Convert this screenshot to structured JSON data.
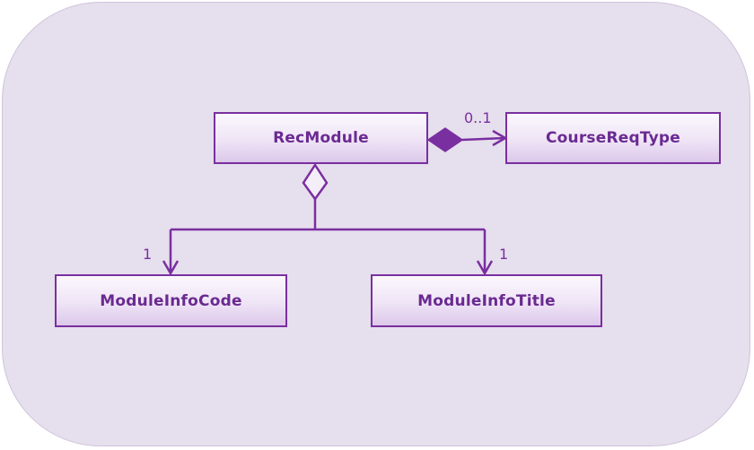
{
  "diagram": {
    "classes": {
      "rec_module": "RecModule",
      "course_req_type": "CourseReqType",
      "module_info_code": "ModuleInfoCode",
      "module_info_title": "ModuleInfoTitle"
    },
    "relationships": [
      {
        "type": "composition",
        "from": "RecModule",
        "to": "CourseReqType",
        "multiplicity": "0..1"
      },
      {
        "type": "aggregation",
        "from": "RecModule",
        "to": "ModuleInfoCode",
        "multiplicity": "1"
      },
      {
        "type": "aggregation",
        "from": "RecModule",
        "to": "ModuleInfoTitle",
        "multiplicity": "1"
      }
    ],
    "multiplicities": {
      "course_req_type": "0..1",
      "module_info_code": "1",
      "module_info_title": "1"
    }
  },
  "colors": {
    "stroke": "#7a2fa0",
    "text": "#6a2a92",
    "background": "#e6dfed"
  }
}
